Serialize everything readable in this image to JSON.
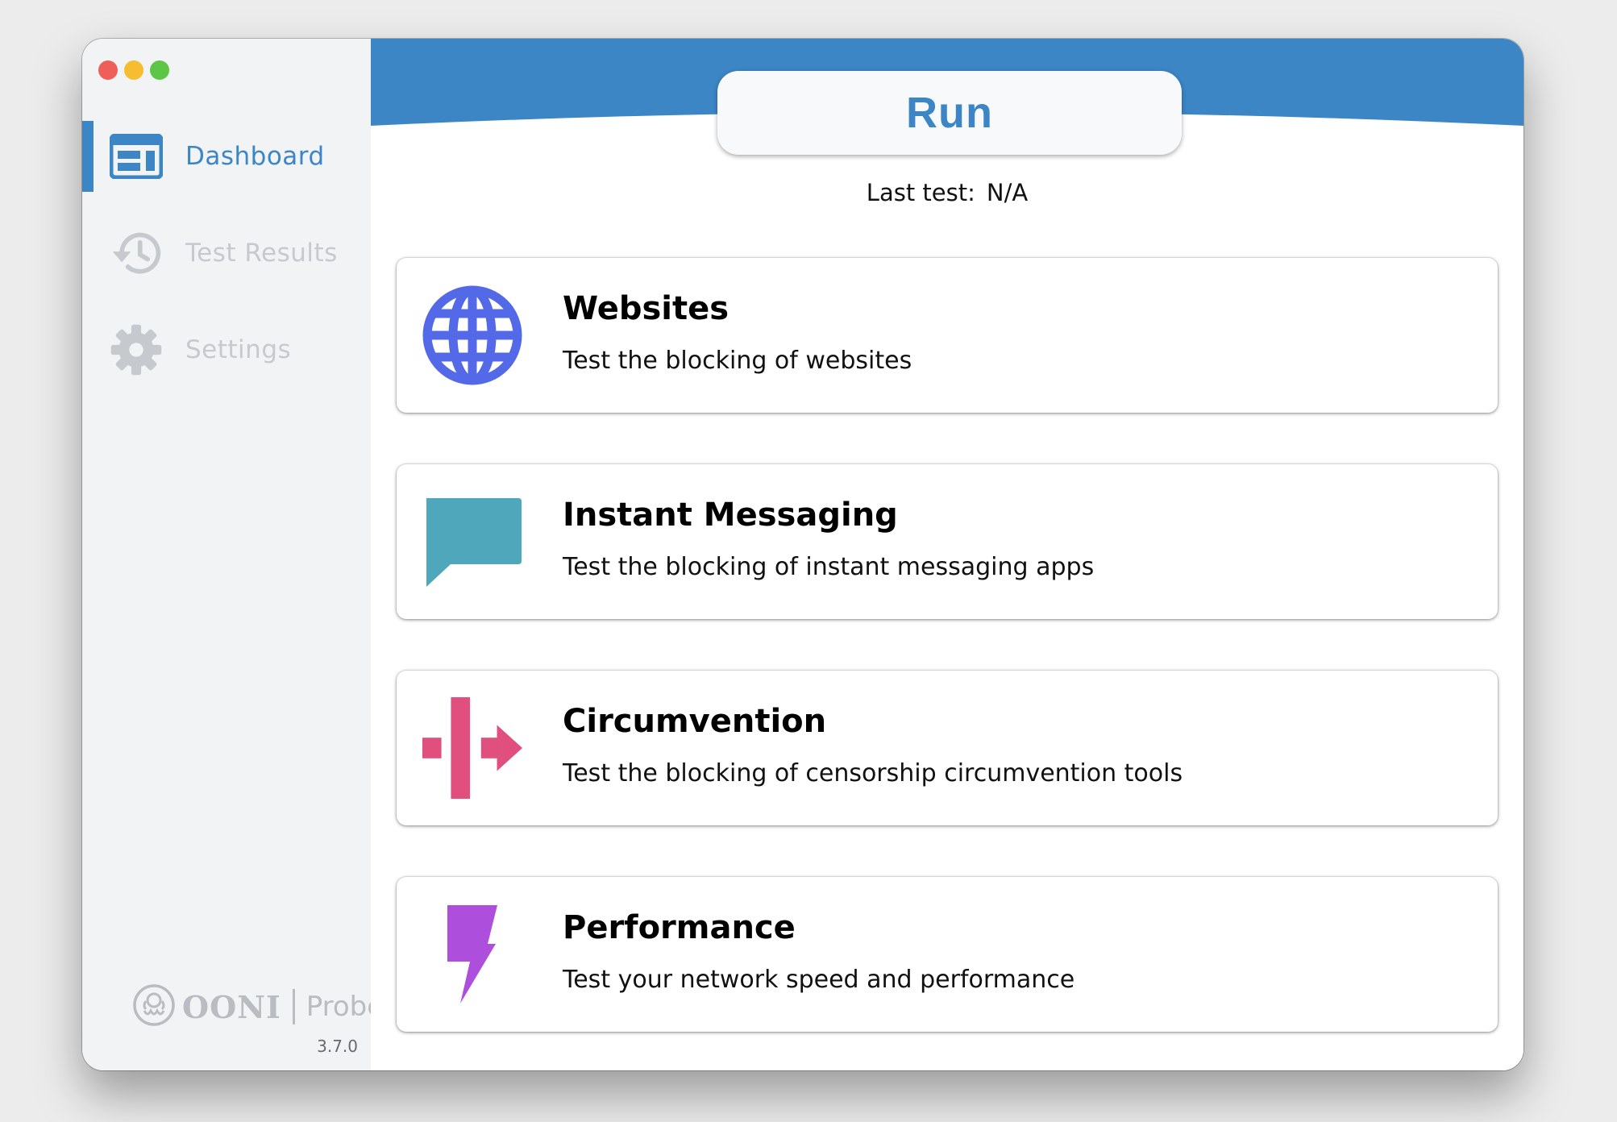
{
  "sidebar": {
    "items": [
      {
        "label": "Dashboard",
        "icon": "dashboard-icon",
        "active": true
      },
      {
        "label": "Test Results",
        "icon": "history-icon",
        "active": false
      },
      {
        "label": "Settings",
        "icon": "gear-icon",
        "active": false
      }
    ],
    "brand": {
      "name": "OONI",
      "product": "Probe",
      "icon": "ooni-octopus-icon"
    },
    "version": "3.7.0"
  },
  "header": {
    "run_label": "Run",
    "last_test_label": "Last test:",
    "last_test_value": "N/A"
  },
  "cards": [
    {
      "title": "Websites",
      "description": "Test the blocking of websites",
      "icon": "globe-icon",
      "color": "#5469e8"
    },
    {
      "title": "Instant Messaging",
      "description": "Test the blocking of instant messaging apps",
      "icon": "chat-bubble-icon",
      "color": "#4fa7bc"
    },
    {
      "title": "Circumvention",
      "description": "Test the blocking of censorship circumvention tools",
      "icon": "circumvention-icon",
      "color": "#e04f7e"
    },
    {
      "title": "Performance",
      "description": "Test your network speed and performance",
      "icon": "lightning-icon",
      "color": "#ad4fdc"
    }
  ],
  "colors": {
    "accent": "#3c86c6",
    "sidebar_bg": "#f1f3f5",
    "inactive_nav": "#c6c9cd",
    "traffic_red": "#ee5f57",
    "traffic_yellow": "#f5bd2f",
    "traffic_green": "#5ec646"
  }
}
